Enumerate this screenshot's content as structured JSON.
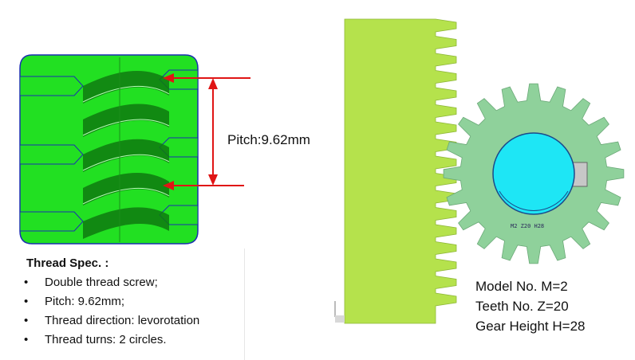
{
  "pitch_label": "Pitch:9.62mm",
  "thread_spec": {
    "title": "Thread Spec. :",
    "items": [
      "Double thread screw;",
      "Pitch:     9.62mm;",
      "Thread direction: levorotation",
      "Thread turns:   2 circles."
    ]
  },
  "gear_spec": {
    "engraving": "M2 Z20 H28",
    "lines": [
      "Model No. M=2",
      "Teeth No.  Z=20",
      "Gear Height H=28"
    ]
  },
  "colors": {
    "screw_green": "#22e022",
    "rack_green": "#b5e24c",
    "gear_green": "#8fd19b",
    "bore_cyan": "#1ee6f5",
    "arrow_red": "#e01515"
  }
}
